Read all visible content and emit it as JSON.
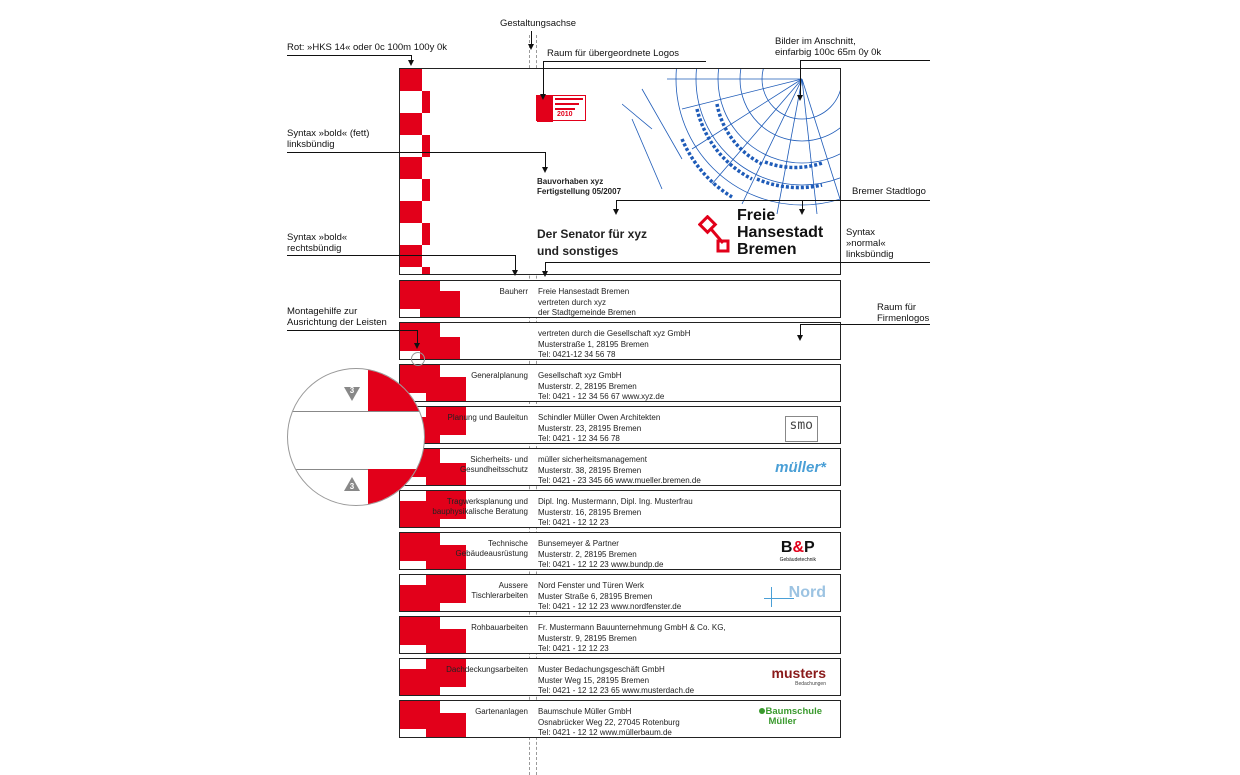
{
  "annotations": {
    "axis": "Gestaltungsachse",
    "red_color": "Rot: »HKS 14« oder 0c 100m 100y 0k",
    "logo_space": "Raum für übergeordnete Logos",
    "images_1": "Bilder im Anschnitt,",
    "images_2": "einfarbig 100c 65m 0y 0k",
    "bold_left_1": "Syntax »bold« (fett)",
    "bold_left_2": "linksbündig",
    "city_logo": "Bremer Stadtlogo",
    "bold_right_1": "Syntax »bold«",
    "bold_right_2": "rechtsbündig",
    "normal_left_1": "Syntax",
    "normal_left_2": "»normal«",
    "normal_left_3": "linksbündig",
    "company_logos_1": "Raum für",
    "company_logos_2": "Firmenlogos",
    "mounting_1": "Montagehilfe zur",
    "mounting_2": "Ausrichtung der Leisten"
  },
  "banner": {
    "project_1": "Bauvorhaben xyz",
    "project_2": "Fertigstellung 05/2007",
    "senator_1": "Der Senator für xyz",
    "senator_2": "und sonstiges",
    "fhb_1": "Freie",
    "fhb_2": "Hansestadt",
    "fhb_3": "Bremen",
    "mini_logo_year": "2010"
  },
  "magnifier": {
    "top_number": "3",
    "bottom_number": "3"
  },
  "rows": [
    {
      "label": [
        "Bauherr"
      ],
      "info": [
        "Freie Hansestadt Bremen",
        "vertreten durch xyz",
        "der Stadtgemeinde Bremen"
      ],
      "logo": ""
    },
    {
      "label": [],
      "info": [
        "vertreten durch die Gesellschaft  xyz GmbH",
        "Musterstraße 1, 28195 Bremen",
        "Tel: 0421-12 34 56 78"
      ],
      "logo": ""
    },
    {
      "label": [
        "Generalplanung"
      ],
      "info": [
        "Gesellschaft xyz GmbH",
        "Musterstr. 2, 28195 Bremen",
        "Tel: 0421 - 12 34 56 67   www.xyz.de"
      ],
      "logo": ""
    },
    {
      "label": [
        "Planung und Bauleitun"
      ],
      "info": [
        "Schindler Müller Owen Architekten",
        "Musterstr. 23, 28195 Bremen",
        "Tel: 0421 - 12 34 56 78"
      ],
      "logo": "smo"
    },
    {
      "label": [
        "Sicherheits- und",
        "Gesundheitsschutz"
      ],
      "info": [
        "müller sicherheitsmanagement",
        "Musterstr. 38, 28195 Bremen",
        "Tel: 0421 - 23 345 66   www.mueller.bremen.de"
      ],
      "logo": "mueller"
    },
    {
      "label": [
        "Tragwerksplanung und",
        "bauphysikalische Beratung"
      ],
      "info": [
        "Dipl. Ing. Mustermann, Dipl. Ing. Musterfrau",
        "Musterstr. 16, 28195 Bremen",
        "Tel: 0421 - 12 12 23"
      ],
      "logo": ""
    },
    {
      "label": [
        "Technische",
        "Gebäudeausrüstung"
      ],
      "info": [
        "Bunsemeyer & Partner",
        "Musterstr. 2, 28195 Bremen",
        "Tel: 0421 - 12 12 23   www.bundp.de"
      ],
      "logo": "bp"
    },
    {
      "label": [
        "Aussere",
        "Tischlerarbeiten"
      ],
      "info": [
        "Nord Fenster und Türen Werk",
        "Muster Straße 6, 28195 Bremen",
        "Tel: 0421 - 12 12 23   www.nordfenster.de"
      ],
      "logo": "nord"
    },
    {
      "label": [
        "Rohbauarbeiten"
      ],
      "info": [
        "Fr. Mustermann Bauunternehmung GmbH & Co. KG,",
        "Musterstr. 9, 28195 Bremen",
        "Tel: 0421 - 12 12 23"
      ],
      "logo": ""
    },
    {
      "label": [
        "Dachdeckungsarbeiten"
      ],
      "info": [
        "Muster Bedachungsgeschäft GmbH",
        "Muster Weg 15, 28195 Bremen",
        "Tel: 0421 - 12 12 23 65   www.musterdach.de"
      ],
      "logo": "musters"
    },
    {
      "label": [
        "Gartenanlagen"
      ],
      "info": [
        "Baumschule Müller GmbH",
        "Osnabrücker Weg 22, 27045 Rotenburg",
        "Tel: 0421 - 12 12    www.müllerbaum.de"
      ],
      "logo": "baum"
    }
  ],
  "logos": {
    "smo": "smo",
    "mueller": "müller*",
    "bp_big_1": "B",
    "bp_amp": "&",
    "bp_big_2": "P",
    "bp_small": "Gebäudetechnik",
    "nord": "Nord",
    "musters_big": "musters",
    "musters_small": "Bedachungen",
    "baum_1": "Baumschule",
    "baum_2": "Müller"
  },
  "colors": {
    "red": "#e2001a",
    "blue": "#1e5bb8"
  }
}
